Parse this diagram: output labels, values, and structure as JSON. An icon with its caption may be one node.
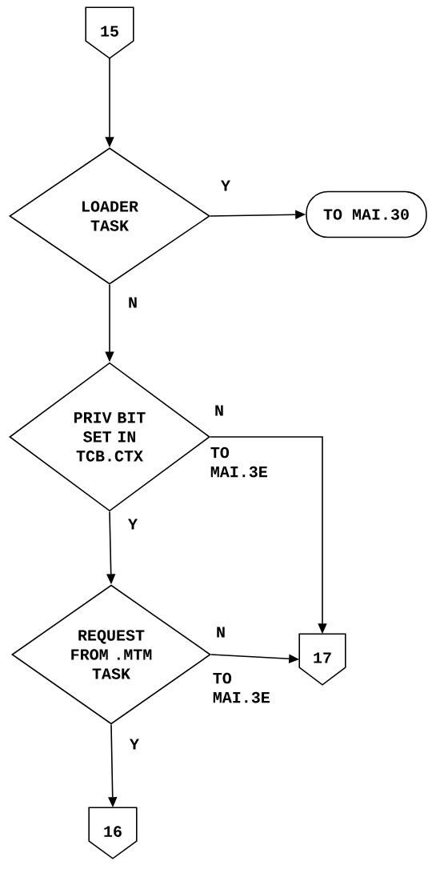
{
  "diagram": {
    "nodes": [
      {
        "text": [
          "15"
        ]
      },
      {
        "text": [
          "LOADER TASK"
        ]
      },
      {
        "text": [
          "TO MAI.30"
        ]
      },
      {
        "text": [
          "PRIV BIT SET IN TCB.CTX"
        ]
      },
      {
        "text": [
          "REQUEST FROM .MTM TASK"
        ]
      },
      {
        "text": [
          "17"
        ]
      },
      {
        "text": [
          "16"
        ]
      }
    ],
    "edges": [
      {
        "from": 0,
        "to": 1,
        "arrow": "to"
      },
      {
        "from": 1,
        "to": 2,
        "arrow": "to",
        "label": "Y"
      },
      {
        "from": 1,
        "to": 3,
        "arrow": "to",
        "label": "N"
      },
      {
        "from": 3,
        "to": 5,
        "arrow": "to",
        "label": "N"
      },
      {
        "from": 3,
        "to": 4,
        "arrow": "to",
        "label": "Y"
      },
      {
        "from": 4,
        "to": 5,
        "arrow": "to",
        "label": "N"
      },
      {
        "from": 4,
        "to": 6,
        "arrow": "to",
        "label": "Y"
      }
    ],
    "labels": [
      "TO MAI.3E",
      "TO MAI.3E"
    ]
  }
}
